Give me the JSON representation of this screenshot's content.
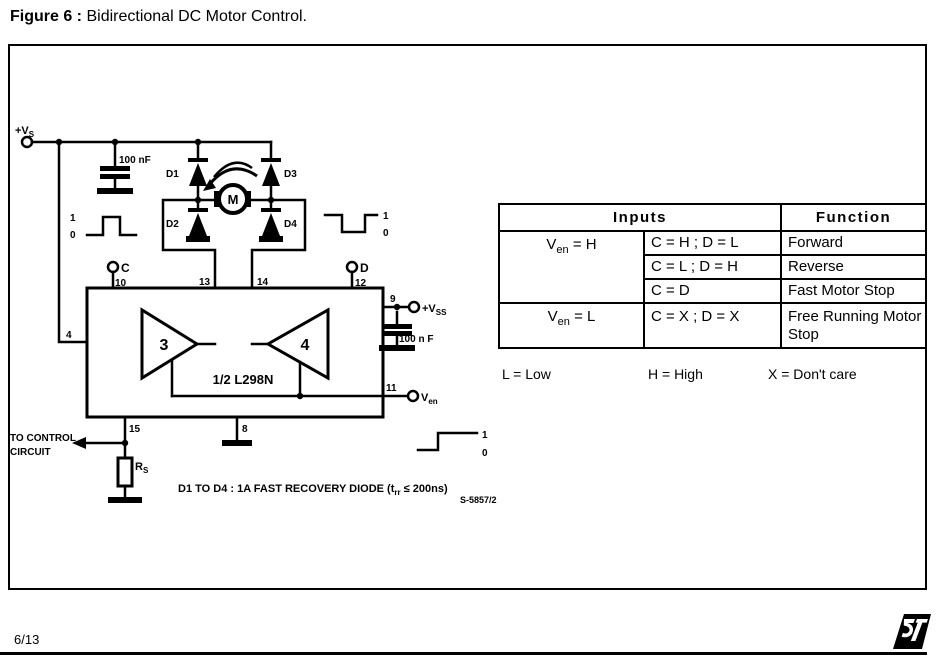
{
  "page": {
    "title_bold": "Figure 6 :",
    "title_rest": " Bidirectional DC Motor Control.",
    "page_number": "6/13"
  },
  "circuit": {
    "supply": {
      "v": "+V",
      "sub": "S"
    },
    "cap1_label": "100 nF",
    "cap2_label": "100 n F",
    "diodes": {
      "d1": "D1",
      "d2": "D2",
      "d3": "D3",
      "d4": "D4"
    },
    "motor_label": "M",
    "wave_c": {
      "high": "1",
      "low": "0"
    },
    "wave_d": {
      "high": "1",
      "low": "0"
    },
    "wave_en": {
      "high": "1",
      "low": "0"
    },
    "input_c": "C",
    "input_d": "D",
    "pins": {
      "p4": "4",
      "p8": "8",
      "p9": "9",
      "p10": "10",
      "p11": "11",
      "p12": "12",
      "p13": "13",
      "p14": "14",
      "p15": "15"
    },
    "amp3": "3",
    "amp4": "4",
    "ic_label": "1/2 L298N",
    "vss": {
      "v": "+V",
      "sub": "SS"
    },
    "ven": {
      "v": "V",
      "sub": "en"
    },
    "control_line1": "TO CONTROL",
    "control_line2": "CIRCUIT",
    "rs": {
      "r": "R",
      "sub": "S"
    },
    "note": {
      "part1": "D1 TO D4 : 1A FAST RECOVERY DIODE (t",
      "sub": "rr",
      "part2": " ≤ 200ns)"
    },
    "schematic_code": "S-5857/2"
  },
  "table": {
    "header": {
      "inputs": "Inputs",
      "function": "Function"
    },
    "ven_h": {
      "v": "V",
      "sub": "en",
      "eq": " = H"
    },
    "ven_l": {
      "v": "V",
      "sub": "en",
      "eq": " = L"
    },
    "rows": [
      {
        "cd": "C = H ; D = L",
        "fn": "Forward"
      },
      {
        "cd": "C = L ; D = H",
        "fn": "Reverse"
      },
      {
        "cd": "C = D",
        "fn": "Fast Motor Stop"
      },
      {
        "cd": "C = X ; D = X",
        "fn": "Free Running Motor Stop"
      }
    ],
    "legend": {
      "l": "L = Low",
      "h": "H = High",
      "x": "X = Don't care"
    }
  }
}
